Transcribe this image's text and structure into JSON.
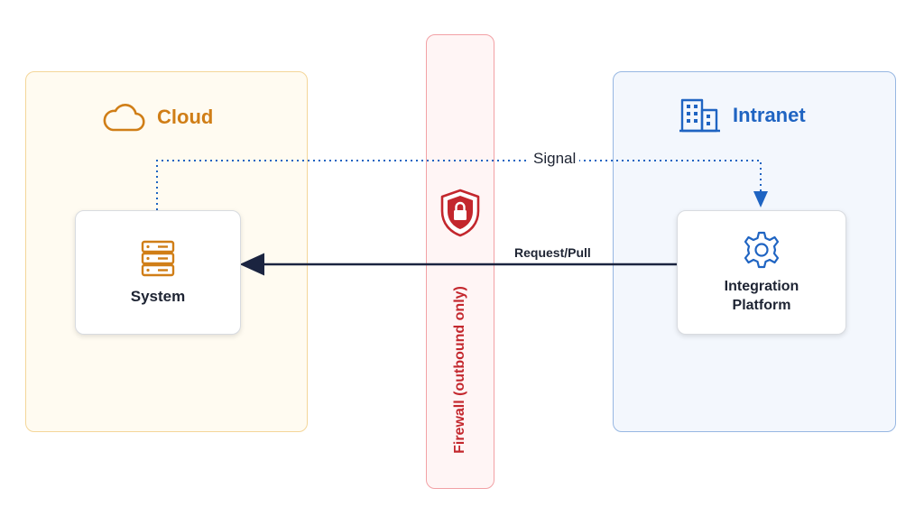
{
  "zones": {
    "cloud": {
      "title": "Cloud",
      "icon": "cloud-icon",
      "color": "#d07e17"
    },
    "firewall": {
      "label": "Firewall (outbound only)",
      "icon": "shield-lock-icon",
      "color": "#c3272d"
    },
    "intranet": {
      "title": "Intranet",
      "icon": "building-icon",
      "color": "#1f64c2"
    }
  },
  "nodes": {
    "system": {
      "label": "System",
      "icon": "server-stack-icon"
    },
    "integration_platform": {
      "label": "Integration\nPlatform",
      "icon": "gear-icon"
    }
  },
  "edges": {
    "signal": {
      "label": "Signal",
      "from": "System",
      "to": "Integration\nPlatform",
      "style": "dotted"
    },
    "request_pull": {
      "label": "Request/Pull",
      "from": "Integration\nPlatform",
      "to": "System",
      "style": "solid"
    }
  }
}
